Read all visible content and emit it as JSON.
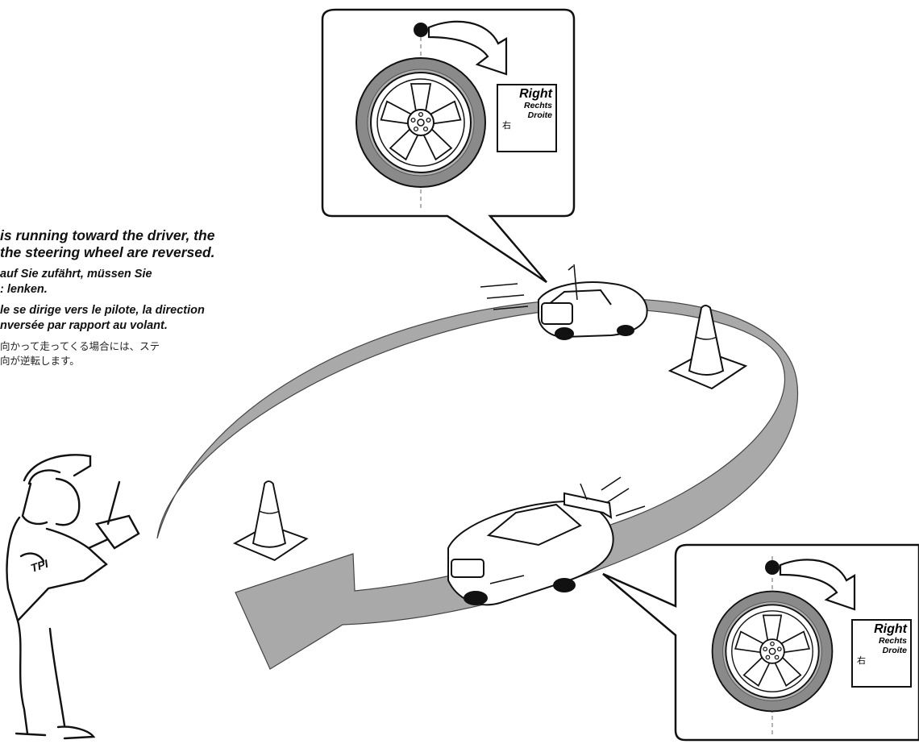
{
  "caption": {
    "en": "is running toward the driver, the\nthe steering wheel are reversed.",
    "de": "auf Sie zufährt, müssen Sie\n: lenken.",
    "fr": "le se dirige vers le pilote, la direction\nnversée par rapport au volant.",
    "ja": "向かって走ってくる場合には、ステ\n向が逆転します。"
  },
  "callout_top": {
    "label_en": "Right",
    "label_de": "Rechts",
    "label_fr": "Droite",
    "label_ja": "右"
  },
  "callout_bottom": {
    "label_en": "Right",
    "label_de": "Rechts",
    "label_fr": "Droite",
    "label_ja": "右"
  },
  "driver": {
    "shirt_logo": "TPI"
  },
  "colors": {
    "track": "#a9a9a9",
    "tire": "#8a8a8a",
    "ink": "#111111"
  }
}
